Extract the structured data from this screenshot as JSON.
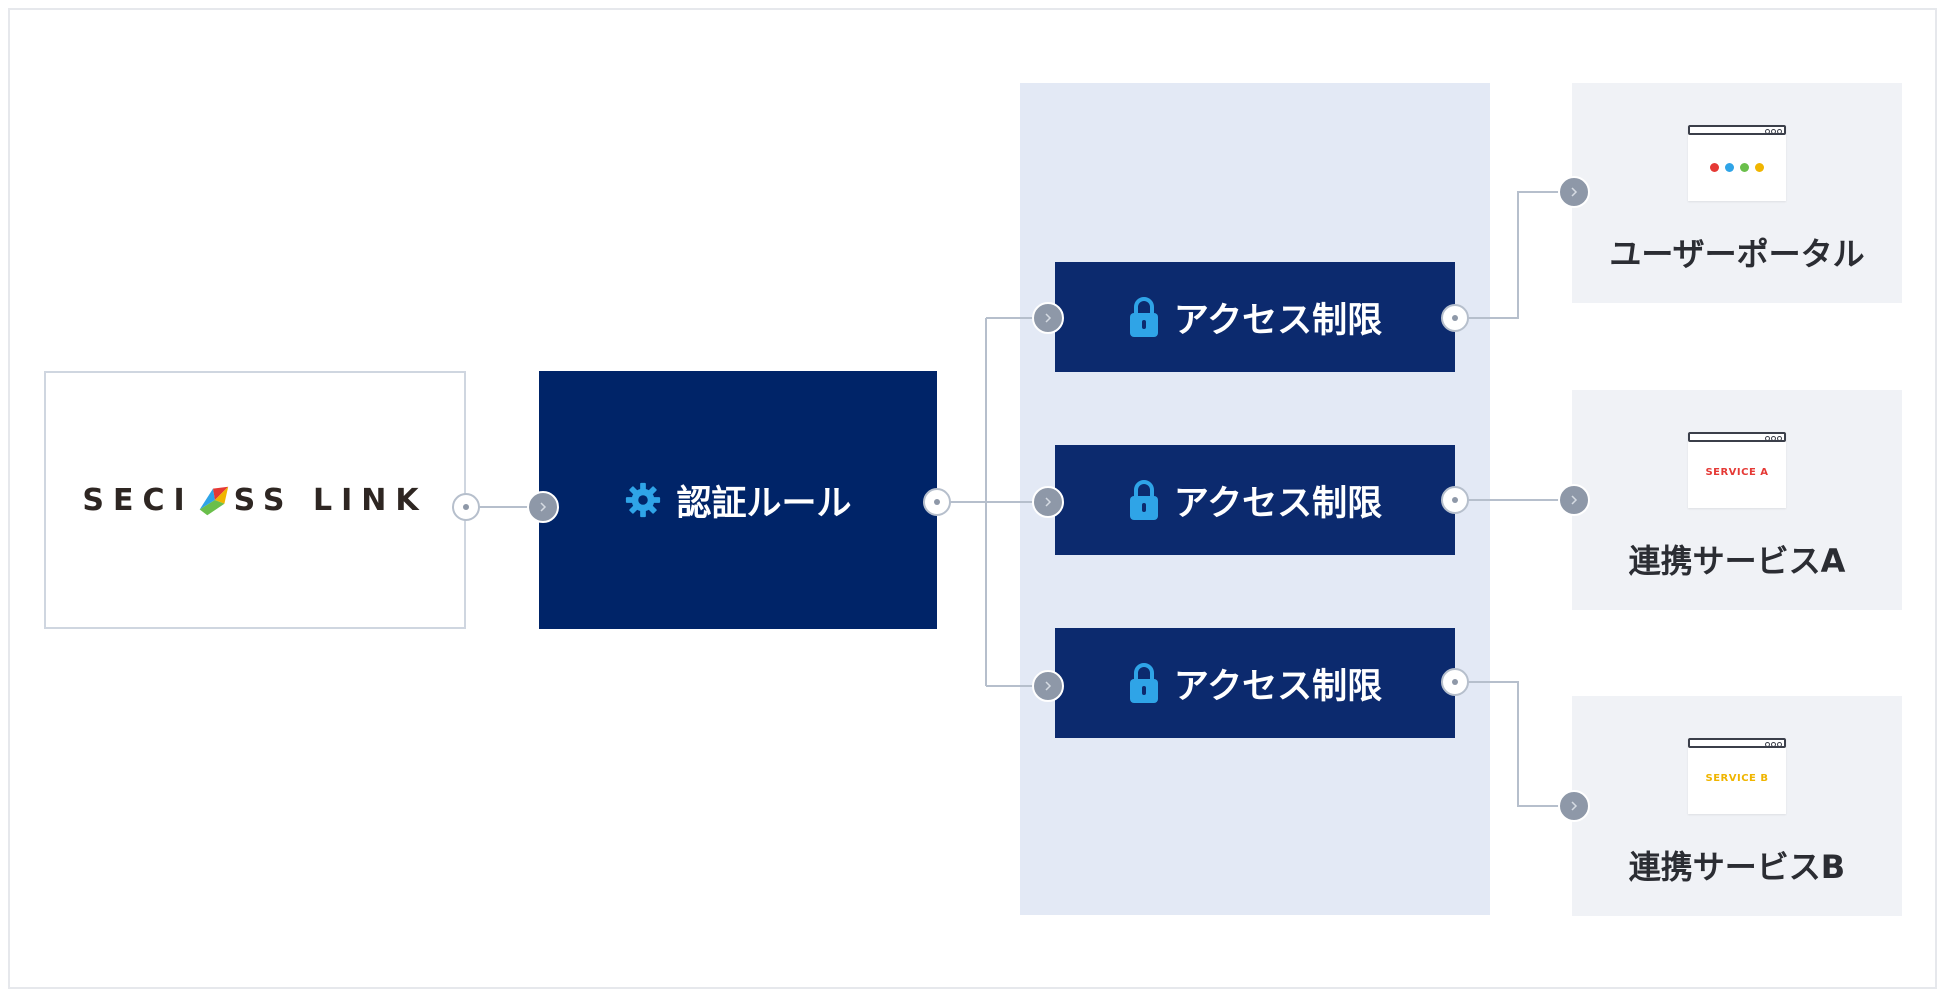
{
  "logo": {
    "text_left": "SECI",
    "text_right": "SS LINK"
  },
  "auth": {
    "label": "認証ルール",
    "icon": "gear-icon"
  },
  "access_blocks": [
    {
      "label": "アクセス制限",
      "icon": "padlock-icon"
    },
    {
      "label": "アクセス制限",
      "icon": "padlock-icon"
    },
    {
      "label": "アクセス制限",
      "icon": "padlock-icon"
    }
  ],
  "services": [
    {
      "label": "ユーザーポータル",
      "mini_text": ""
    },
    {
      "label": "連携サービスA",
      "mini_text": "SERVICE A"
    },
    {
      "label": "連携サービスB",
      "mini_text": "SERVICE B"
    }
  ],
  "colors": {
    "navy": "#0c2a6e",
    "accent_blue": "#2fa4e7",
    "panel": "#e3e9f5",
    "connector_gray": "#8e98a8",
    "service_a_red": "#e53935",
    "service_b_yellow": "#f0b500"
  }
}
